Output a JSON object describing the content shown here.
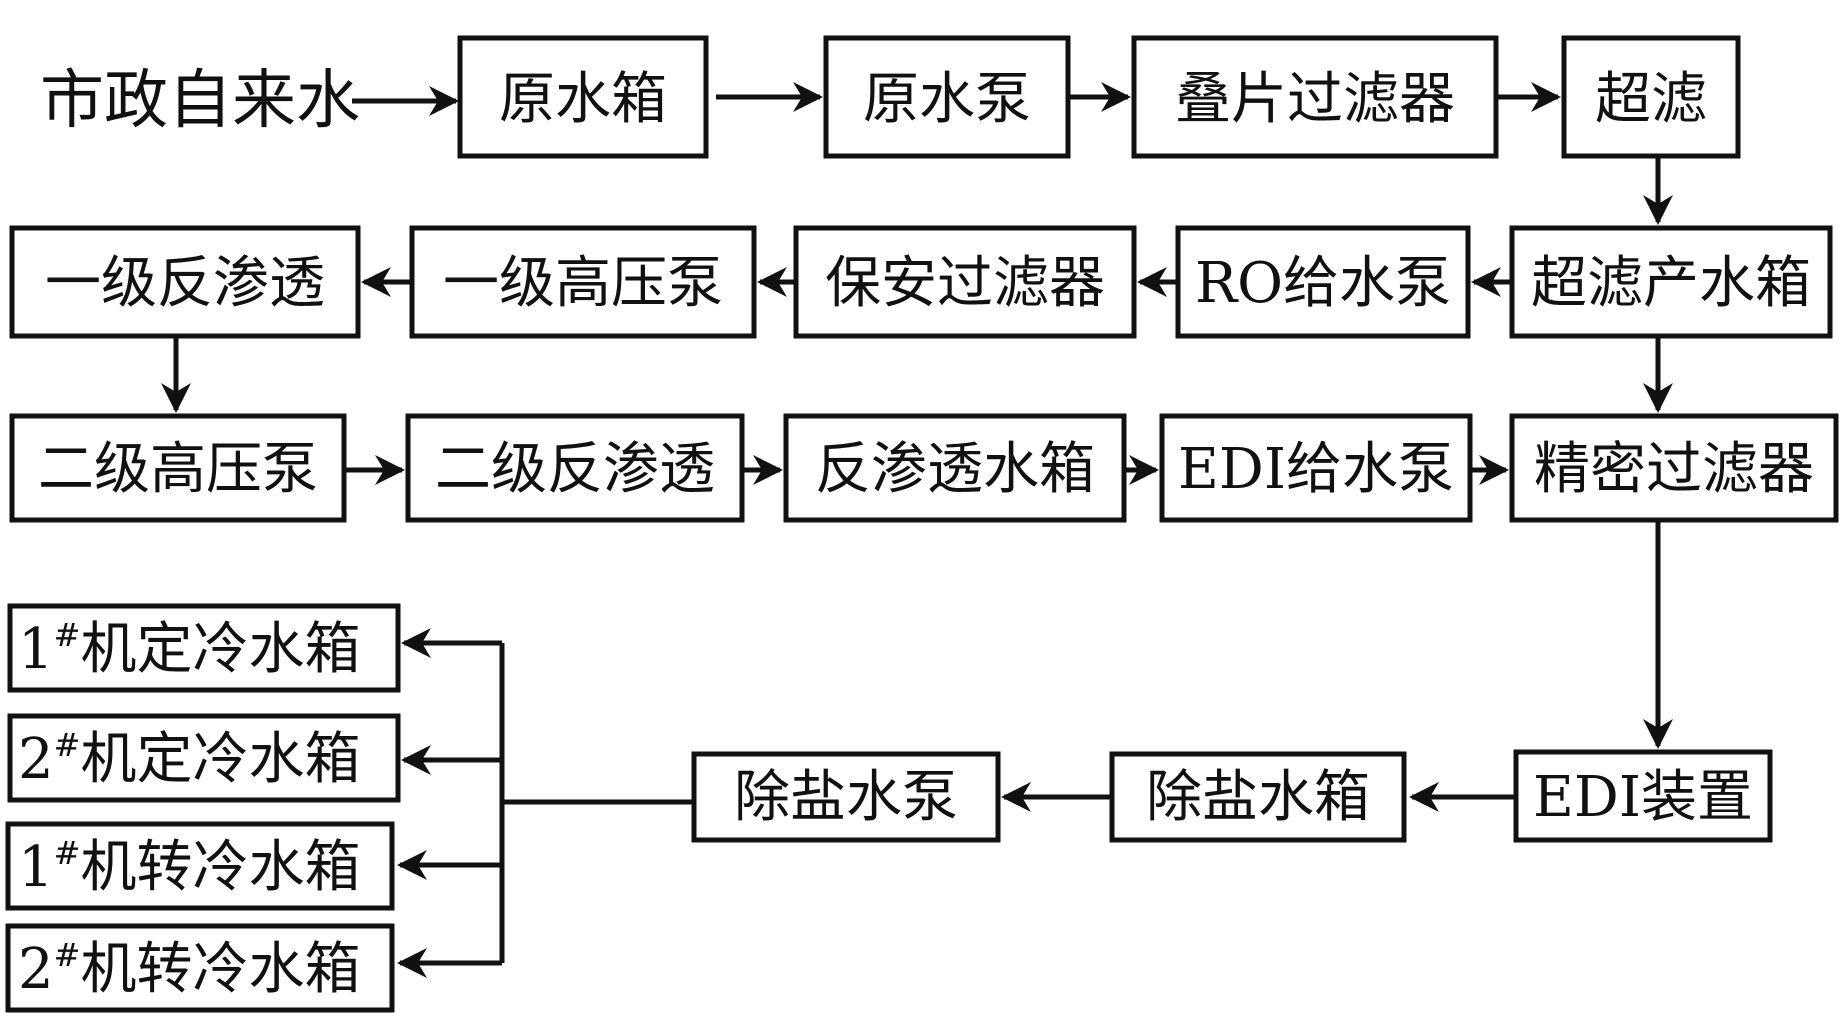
{
  "start_label": "市政自来水",
  "nodes": {
    "raw_tank": "原水箱",
    "raw_pump": "原水泵",
    "disc_filter": "叠片过滤器",
    "ultrafiltration": "超滤",
    "uf_product_tank": "超滤产水箱",
    "ro_feed_pump": "RO给水泵",
    "security_filter": "保安过滤器",
    "hp_pump_1": "一级高压泵",
    "ro_1": "一级反渗透",
    "hp_pump_2": "二级高压泵",
    "ro_2": "二级反渗透",
    "ro_tank": "反渗透水箱",
    "edi_feed_pump": "EDI给水泵",
    "precision_filter": "精密过滤器",
    "edi_device": "EDI装置",
    "demin_tank": "除盐水箱",
    "demin_pump": "除盐水泵"
  },
  "outputs": [
    {
      "num": "1",
      "mark": "#",
      "text": "机定冷水箱"
    },
    {
      "num": "2",
      "mark": "#",
      "text": "机定冷水箱"
    },
    {
      "num": "1",
      "mark": "#",
      "text": "机转冷水箱"
    },
    {
      "num": "2",
      "mark": "#",
      "text": "机转冷水箱"
    }
  ],
  "colors": {
    "stroke": "#111111",
    "background": "#ffffff"
  }
}
